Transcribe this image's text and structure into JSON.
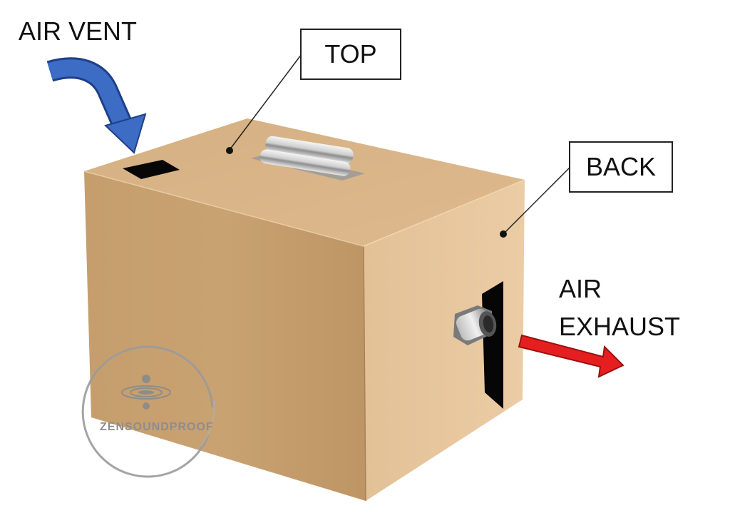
{
  "labels": {
    "air_vent": "AIR VENT",
    "top": "TOP",
    "back": "BACK",
    "air_exhaust_line1": "AIR",
    "air_exhaust_line2": "EXHAUST"
  },
  "watermark": {
    "text": "ZENSOUNDPROOF"
  },
  "colors": {
    "box_front": "#C9A272",
    "box_top": "#D9B589",
    "box_side": "#E6C59C",
    "vent_arrow": "#3C6CC4",
    "exhaust_arrow": "#E51F1F"
  }
}
